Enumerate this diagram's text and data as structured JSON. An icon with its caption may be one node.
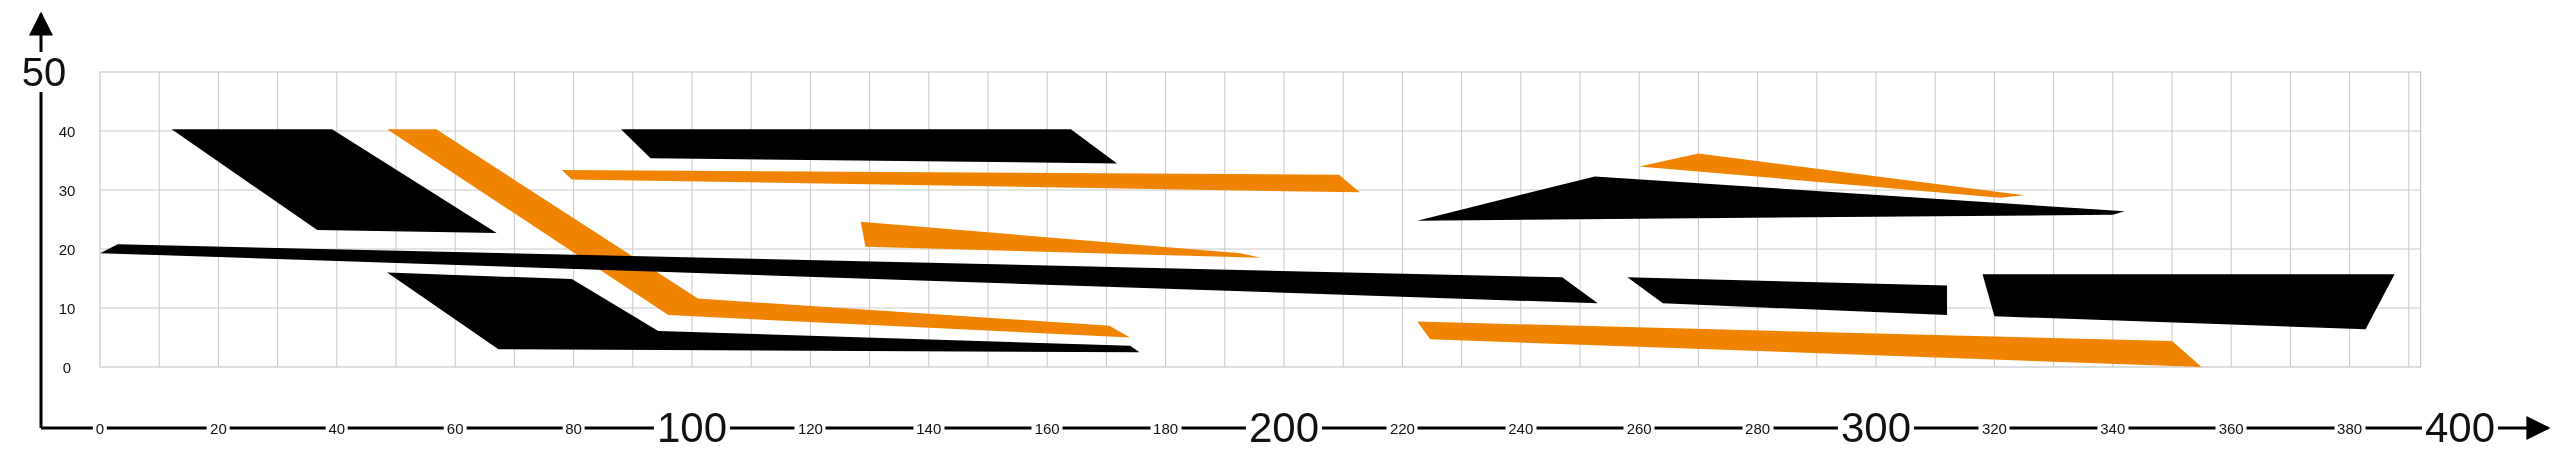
{
  "diagram": {
    "labels": [
      "50",
      "40",
      "30",
      "20",
      "10",
      "0",
      "0",
      "20",
      "40",
      "60",
      "80",
      "100",
      "120",
      "140",
      "160",
      "180",
      "200",
      "220",
      "240",
      "260",
      "280",
      "300",
      "320",
      "340",
      "360",
      "380",
      "400"
    ]
  }
}
